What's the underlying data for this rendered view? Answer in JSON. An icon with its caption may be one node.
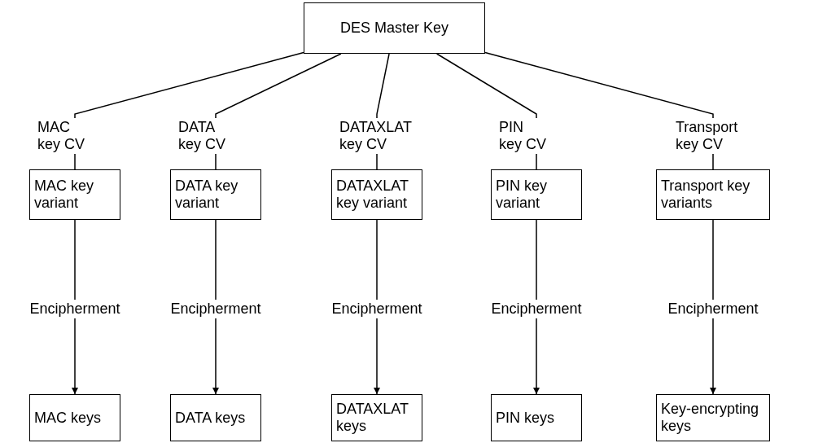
{
  "diagram": {
    "nodes": [
      {
        "text": [
          "DES Master Key"
        ]
      },
      {
        "text": [
          "MAC key variant"
        ]
      },
      {
        "text": [
          "DATA key variant"
        ]
      },
      {
        "text": [
          "DATAXLAT key variant"
        ]
      },
      {
        "text": [
          "PIN key variant"
        ]
      },
      {
        "text": [
          "Transport key variants"
        ]
      },
      {
        "text": [
          "MAC keys"
        ]
      },
      {
        "text": [
          "DATA keys"
        ]
      },
      {
        "text": [
          "DATAXLAT keys"
        ]
      },
      {
        "text": [
          "PIN keys"
        ]
      },
      {
        "text": [
          "Key-encrypting keys"
        ]
      }
    ],
    "edges": [
      {
        "from": 0,
        "to": 1,
        "arrow": "none",
        "label": "MAC key CV"
      },
      {
        "from": 0,
        "to": 2,
        "arrow": "none",
        "label": "DATA key CV"
      },
      {
        "from": 0,
        "to": 3,
        "arrow": "none",
        "label": "DATAXLAT key CV"
      },
      {
        "from": 0,
        "to": 4,
        "arrow": "none",
        "label": "PIN key CV"
      },
      {
        "from": 0,
        "to": 5,
        "arrow": "none",
        "label": "Transport key CV"
      },
      {
        "from": 1,
        "to": 6,
        "arrow": "to",
        "label": "Encipherment"
      },
      {
        "from": 2,
        "to": 7,
        "arrow": "to",
        "label": "Encipherment"
      },
      {
        "from": 3,
        "to": 8,
        "arrow": "to",
        "label": "Encipherment"
      },
      {
        "from": 4,
        "to": 9,
        "arrow": "to",
        "label": "Encipherment"
      },
      {
        "from": 5,
        "to": 10,
        "arrow": "to",
        "label": "Encipherment"
      }
    ]
  }
}
